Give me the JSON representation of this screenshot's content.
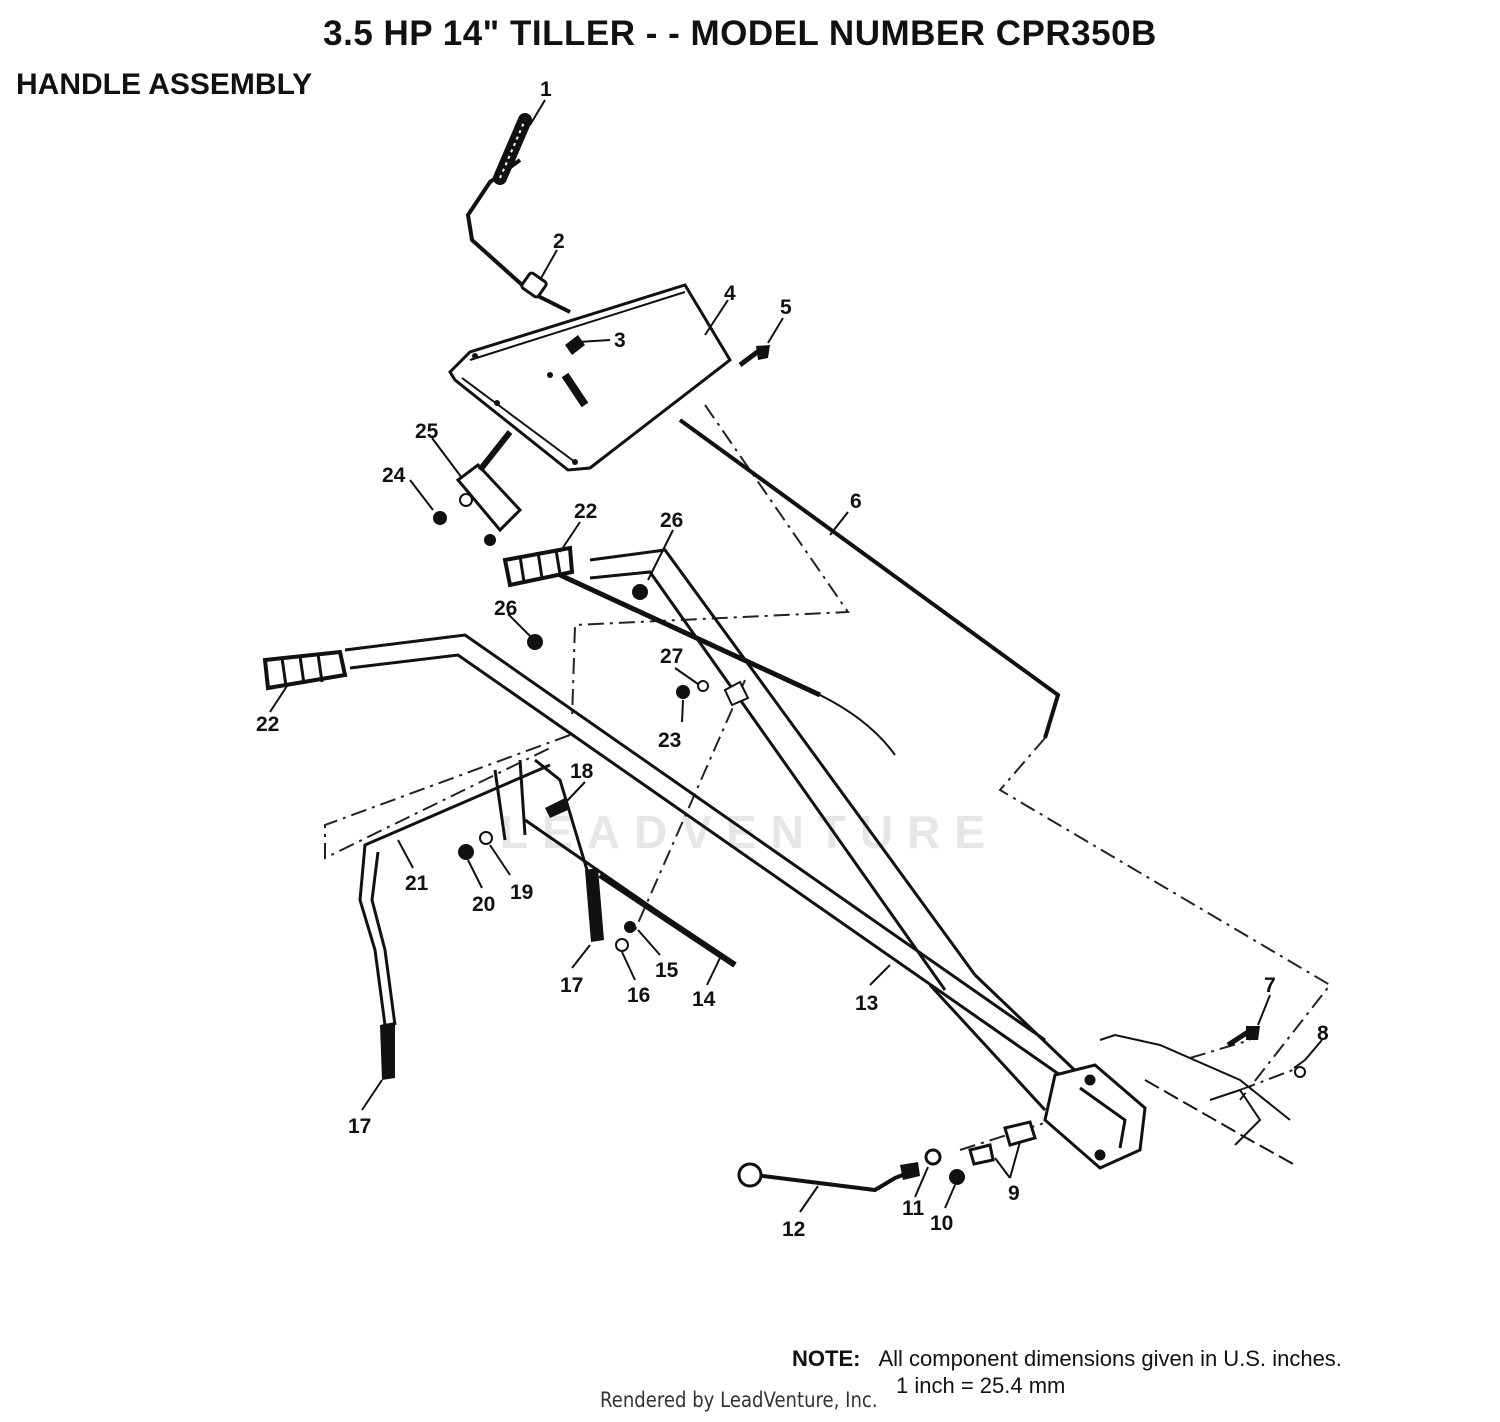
{
  "header": {
    "title": "3.5 HP 14\" TILLER - - MODEL NUMBER CPR350B",
    "section": "HANDLE ASSEMBLY"
  },
  "callouts": {
    "c1": "1",
    "c2": "2",
    "c3": "3",
    "c4": "4",
    "c5": "5",
    "c6": "6",
    "c7": "7",
    "c8": "8",
    "c9": "9",
    "c10": "10",
    "c11": "11",
    "c12": "12",
    "c13": "13",
    "c14": "14",
    "c15": "15",
    "c16": "16",
    "c17a": "17",
    "c17b": "17",
    "c18": "18",
    "c19": "19",
    "c20": "20",
    "c21": "21",
    "c22a": "22",
    "c22b": "22",
    "c23": "23",
    "c24": "24",
    "c25": "25",
    "c26a": "26",
    "c26b": "26",
    "c27": "27"
  },
  "footer": {
    "note_label": "NOTE:",
    "note_line1": "All component dimensions given in U.S. inches.",
    "note_line2": "1 inch = 25.4 mm",
    "credit": "Rendered by LeadVenture, Inc.",
    "watermark": "LEADVENTURE"
  }
}
